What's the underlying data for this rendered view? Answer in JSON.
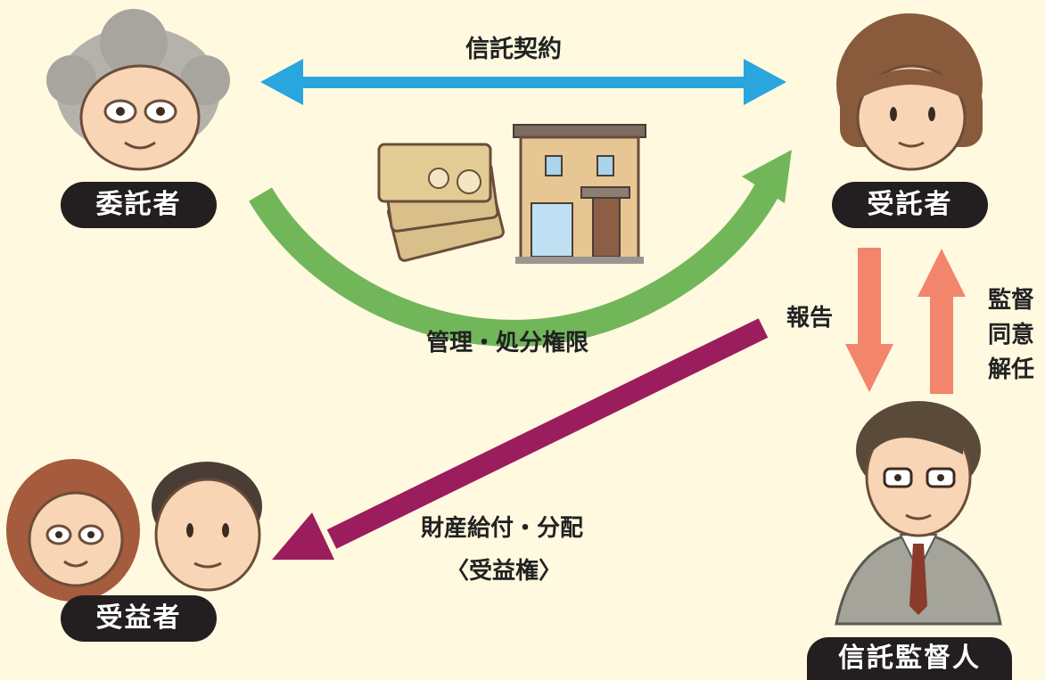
{
  "roles": {
    "settlor": "委託者",
    "trustee": "受託者",
    "beneficiary": "受益者",
    "supervisor": "信託監督人"
  },
  "flows": {
    "trust_contract": "信託契約",
    "management_authority": "管理・処分権限",
    "property_benefit": "財産給付・分配",
    "beneficial_right": "〈受益権〉",
    "report": "報告",
    "supervision": "監督",
    "consent": "同意",
    "dismissal": "解任"
  },
  "colors": {
    "background": "#fff9e0",
    "contract_arrow": "#2aa6df",
    "authority_arrow": "#72b65a",
    "benefit_arrow": "#9b1d5e",
    "report_arrow": "#f2856b",
    "pill": "#231f20"
  }
}
